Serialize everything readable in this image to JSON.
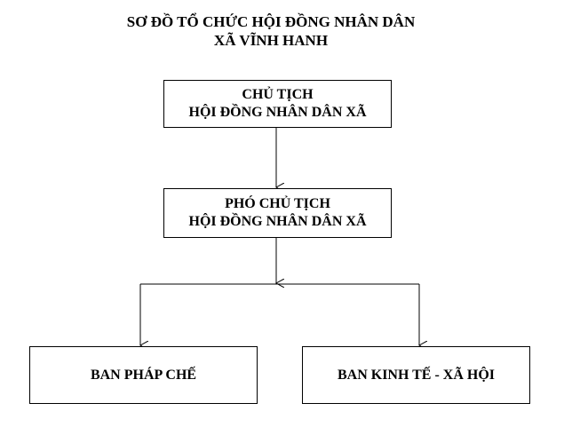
{
  "title": {
    "line1": "SƠ ĐỒ TỔ CHỨC HỘI ĐỒNG NHÂN DÂN",
    "line2": "XÃ VĨNH HANH"
  },
  "nodes": {
    "chairman": {
      "line1": "CHỦ TỊCH",
      "line2": "HỘI ĐỒNG NHÂN DÂN XÃ"
    },
    "vice_chairman": {
      "line1": "PHÓ CHỦ TỊCH",
      "line2": "HỘI ĐỒNG NHÂN DÂN XÃ"
    },
    "legal_committee": {
      "label": "BAN PHÁP CHẾ"
    },
    "economic_social_committee": {
      "label": "BAN KINH TẾ - XÃ HỘI"
    }
  },
  "colors": {
    "line": "#000000",
    "background": "#ffffff"
  }
}
